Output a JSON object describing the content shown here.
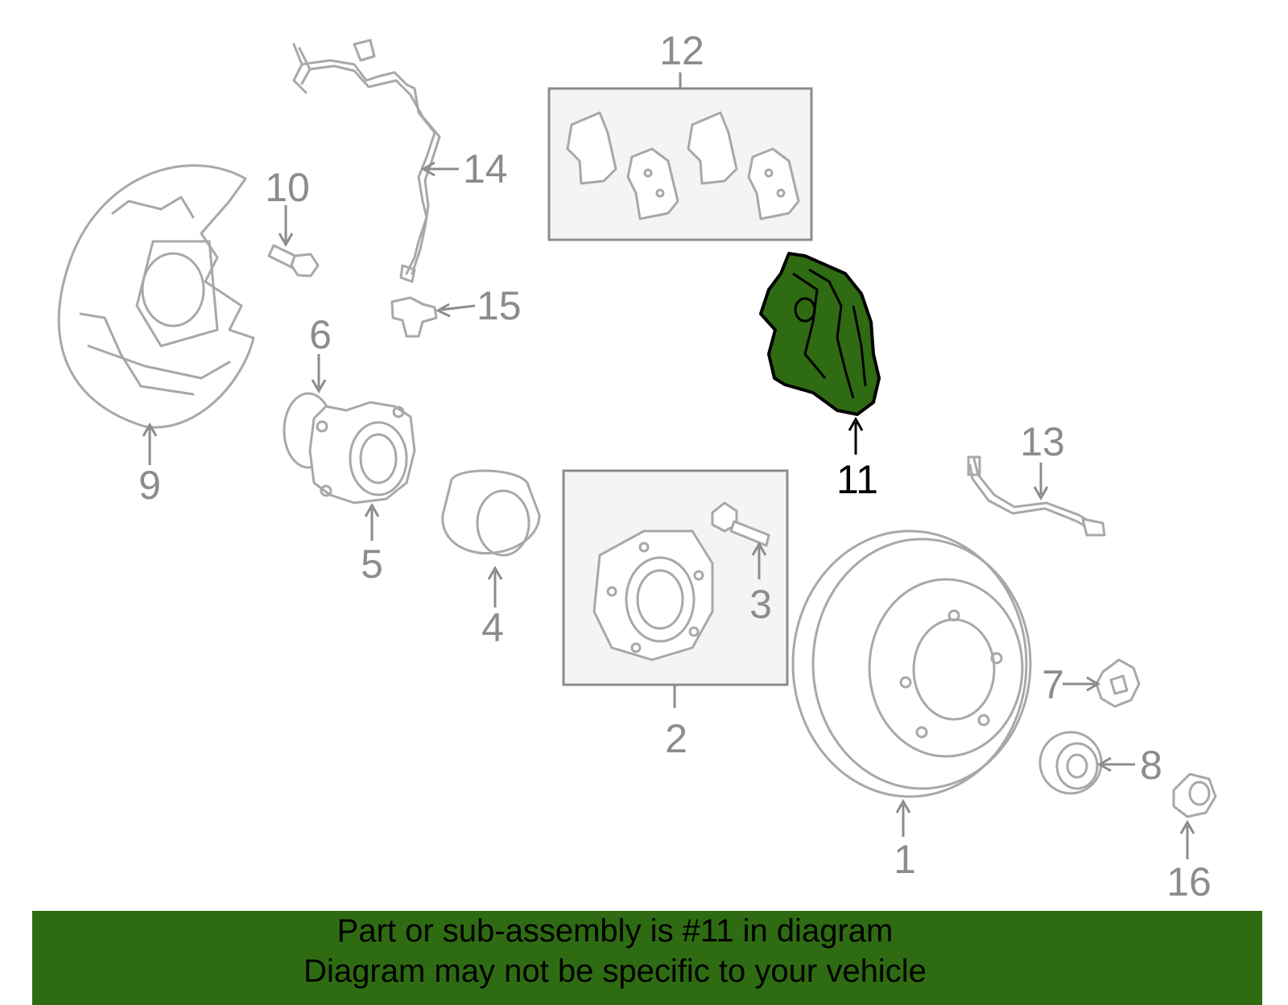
{
  "callouts": {
    "c1": "1",
    "c2": "2",
    "c3": "3",
    "c4": "4",
    "c5": "5",
    "c6": "6",
    "c7": "7",
    "c8": "8",
    "c9": "9",
    "c10": "10",
    "c11": "11",
    "c12": "12",
    "c13": "13",
    "c14": "14",
    "c15": "15",
    "c16": "16"
  },
  "highlighted_part": "11",
  "banner": {
    "line1": "Part or sub-assembly is #11 in diagram",
    "line2": "Diagram may not be specific to your vehicle"
  },
  "colors": {
    "highlight": "#2f6b12",
    "part_stroke": "#a8a8a8",
    "label": "#8c8c8c"
  }
}
